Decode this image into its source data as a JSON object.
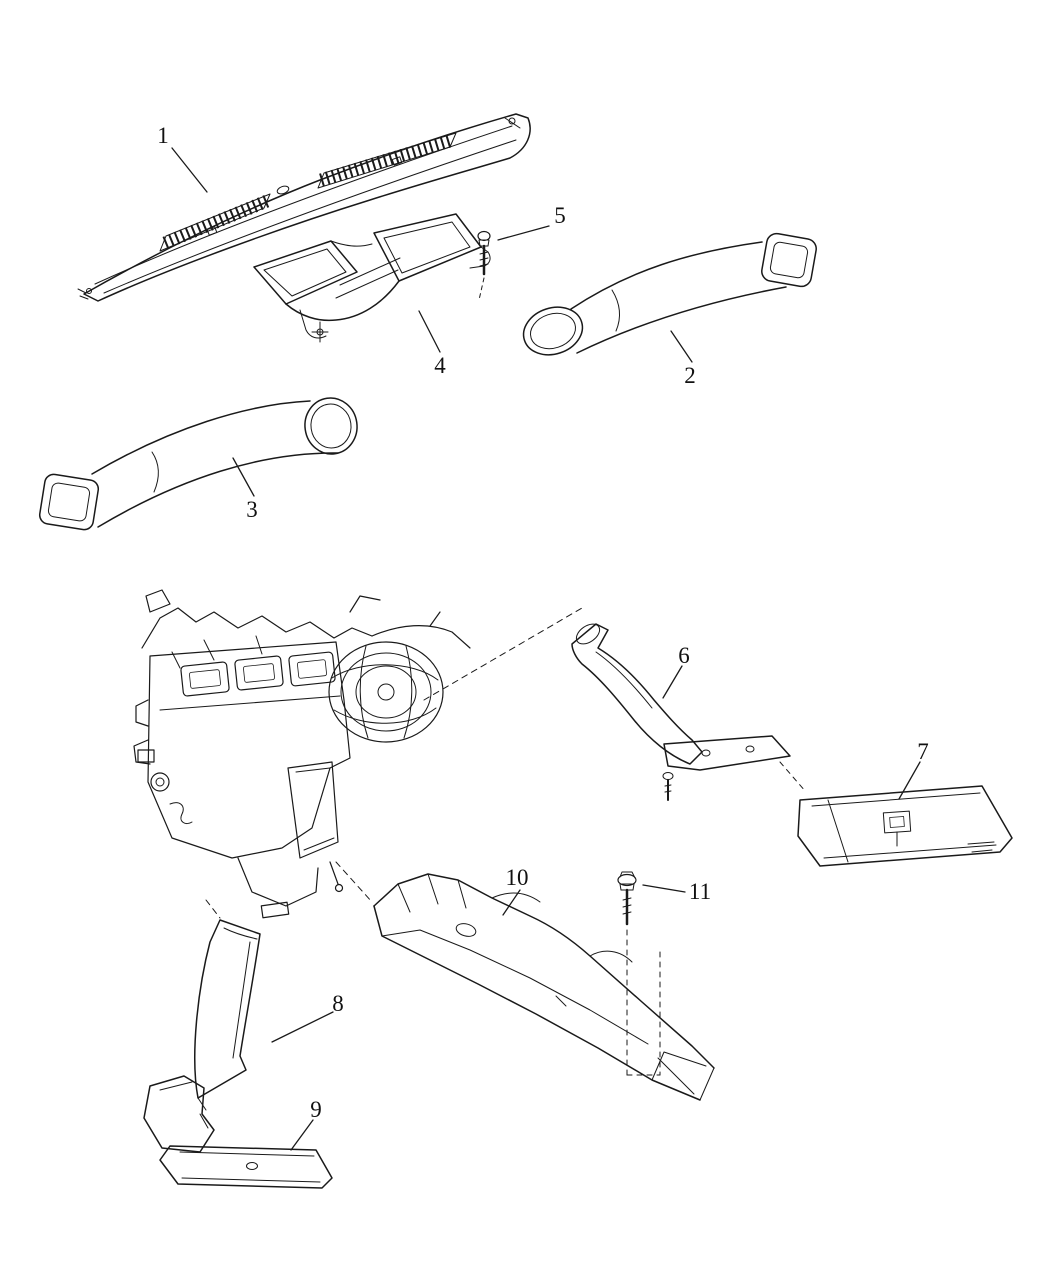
{
  "diagram": {
    "background": "#ffffff",
    "line_color": "#1a1a1a",
    "callouts": [
      {
        "id": 1,
        "label": "1"
      },
      {
        "id": 2,
        "label": "2"
      },
      {
        "id": 3,
        "label": "3"
      },
      {
        "id": 4,
        "label": "4"
      },
      {
        "id": 5,
        "label": "5"
      },
      {
        "id": 6,
        "label": "6"
      },
      {
        "id": 7,
        "label": "7"
      },
      {
        "id": 8,
        "label": "8"
      },
      {
        "id": 9,
        "label": "9"
      },
      {
        "id": 10,
        "label": "10"
      },
      {
        "id": 11,
        "label": "11"
      }
    ]
  }
}
